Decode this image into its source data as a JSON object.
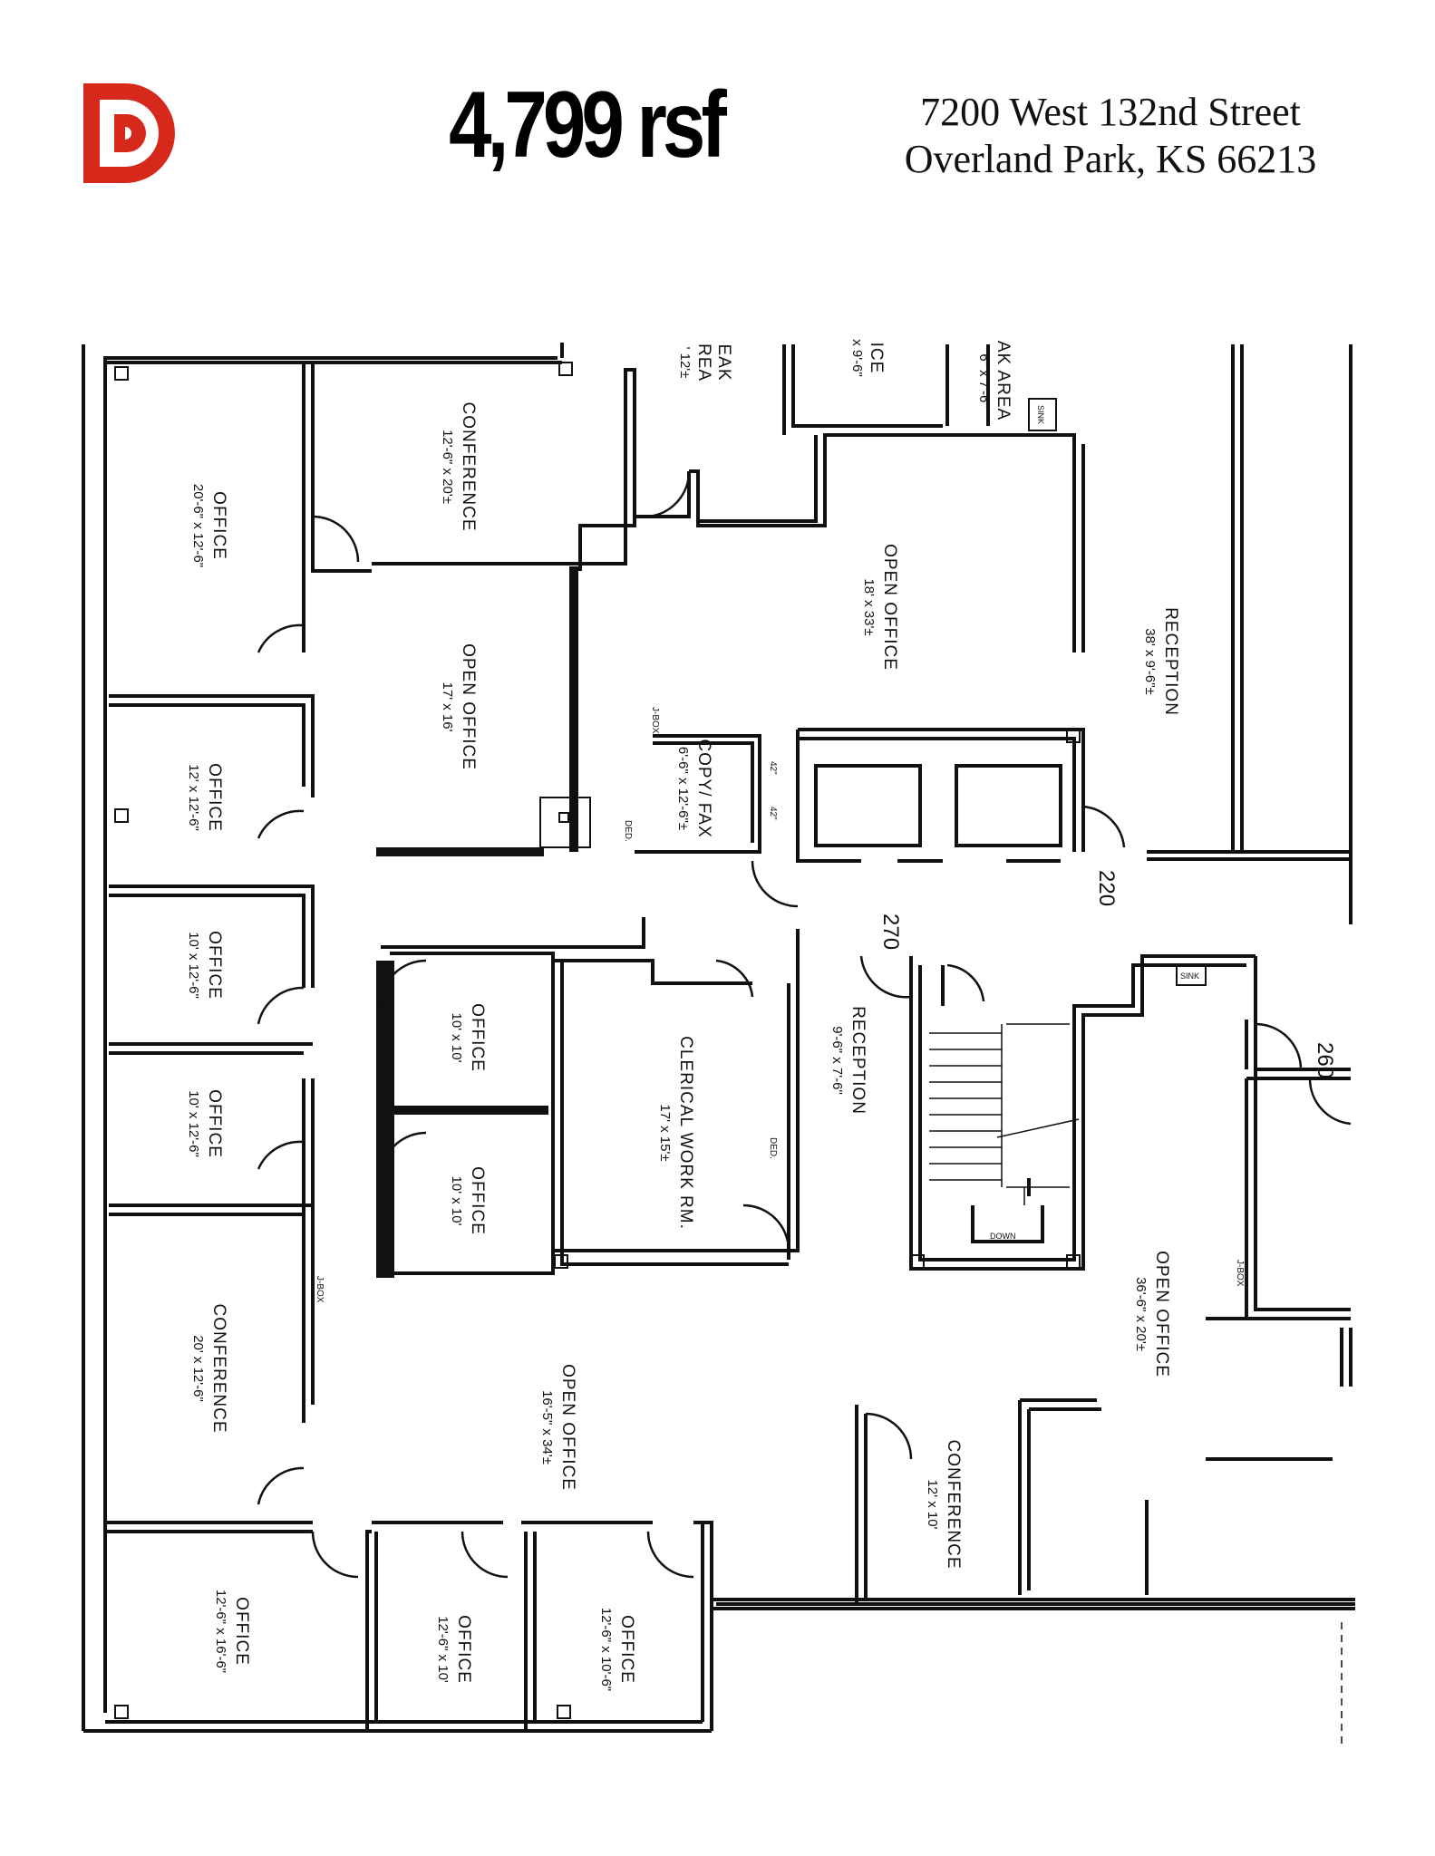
{
  "header": {
    "logo_color": "#d7281c",
    "area": "4,799 rsf",
    "address_line1": "7200 West 132nd Street",
    "address_line2": "Overland Park, KS 66213"
  },
  "rooms": [
    {
      "id": "office-1",
      "name": "OFFICE",
      "dims": "20'-6\" x 12'-6\""
    },
    {
      "id": "conference-1",
      "name": "CONFERENCE",
      "dims": "12'-6\" x 20'±"
    },
    {
      "id": "open-office-1",
      "name": "OPEN OFFICE",
      "dims": "17' x 16'"
    },
    {
      "id": "open-office-2",
      "name": "OPEN OFFICE",
      "dims": "18' x 33'±"
    },
    {
      "id": "reception-1",
      "name": "RECEPTION",
      "dims": "38' x 9'-6\"±"
    },
    {
      "id": "copy-fax",
      "name": "COPY/ FAX",
      "dims": "6'-6\" x 12'-6\"±"
    },
    {
      "id": "office-2",
      "name": "OFFICE",
      "dims": "12' x 12'-6\""
    },
    {
      "id": "office-3",
      "name": "OFFICE",
      "dims": "10' x 12'-6\""
    },
    {
      "id": "office-4",
      "name": "OFFICE",
      "dims": "10' x 12'-6\""
    },
    {
      "id": "office-5",
      "name": "OFFICE",
      "dims": "10' x 10'"
    },
    {
      "id": "office-6",
      "name": "OFFICE",
      "dims": "10' x 10'"
    },
    {
      "id": "clerical",
      "name": "CLERICAL WORK RM.",
      "dims": "17' x 15'±"
    },
    {
      "id": "reception-2",
      "name": "RECEPTION",
      "dims": "9'-6\" x 7'-6\""
    },
    {
      "id": "conference-2",
      "name": "CONFERENCE",
      "dims": "20' x 12'-6\""
    },
    {
      "id": "open-office-3",
      "name": "OPEN OFFICE",
      "dims": "16'-5\" x 34'±"
    },
    {
      "id": "open-office-4",
      "name": "OPEN OFFICE",
      "dims": "36'-6\" x 20'±"
    },
    {
      "id": "conference-3",
      "name": "CONFERENCE",
      "dims": "12' x 10'"
    },
    {
      "id": "office-7",
      "name": "OFFICE",
      "dims": "12'-6\" x 16'-6\""
    },
    {
      "id": "office-8",
      "name": "OFFICE",
      "dims": "12'-6\" x 10'"
    },
    {
      "id": "office-9",
      "name": "OFFICE",
      "dims": "12'-6\" x 10'-6\""
    }
  ],
  "partial_labels": {
    "break_top": "EAK",
    "break_area": "REA",
    "break_dim": "' 12'±",
    "office_top": "ICE",
    "office_top_dim": "x 9'-6\"",
    "break_area_right": "AK AREA",
    "break_area_right_dim": "6\" x 7'-6\"",
    "sink1": "SINK",
    "sink2": "SINK",
    "down": "DOWN",
    "jbox": "J-BOX",
    "ded": "DED.",
    "h42": "42\""
  },
  "suites": [
    "220",
    "270",
    "260"
  ]
}
